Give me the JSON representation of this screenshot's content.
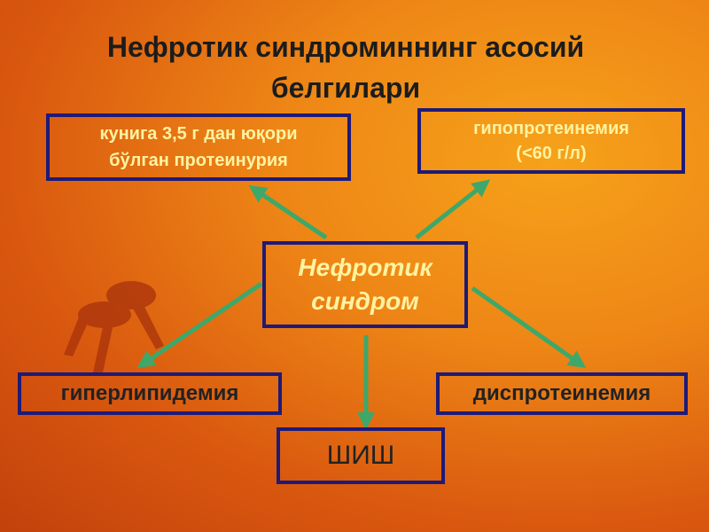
{
  "title_line1": "Нефротик синдроминнинг асосий",
  "title_line2": "белгилари",
  "center_line1": "Нефротик",
  "center_line2": "синдром",
  "proteinuria_line1": "кунига 3,5 г дан юқори",
  "proteinuria_line2": "бўлган  протеинурия",
  "hypoprotein_line1": "гипопротеинемия",
  "hypoprotein_line2": "(<60 г/л)",
  "hyperlipidemia": "гиперлипидемия",
  "dysproteinemia": "диспротеинемия",
  "edema": "ШИШ",
  "colors": {
    "border": "#1e1a78",
    "arrow": "#3da86a",
    "label_yellow": "#fff3a0"
  }
}
